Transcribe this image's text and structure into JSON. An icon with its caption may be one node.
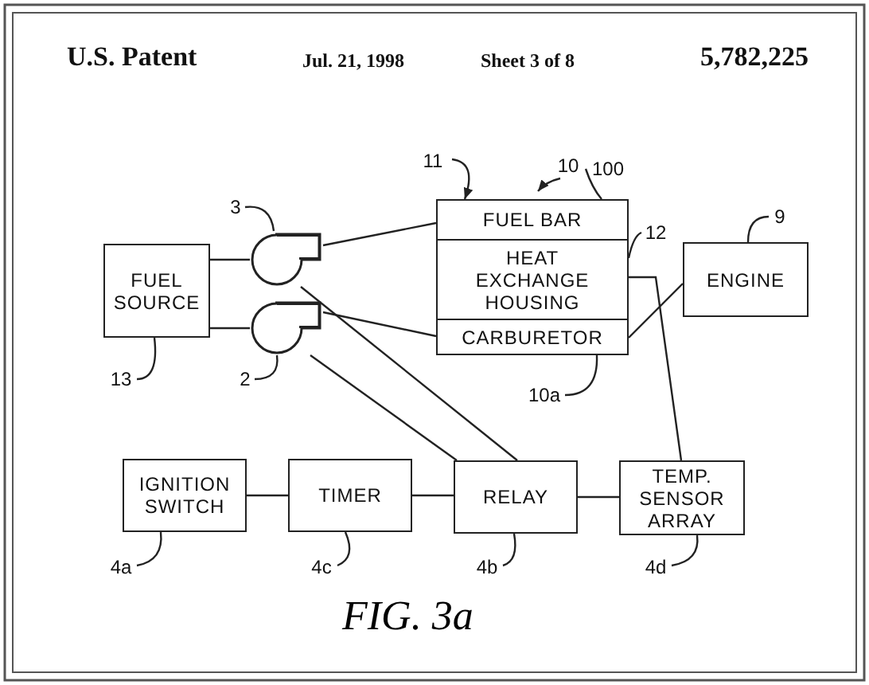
{
  "diagram": {
    "caption": "FIG. 3a",
    "nodes": [
      {
        "text": [
          "10"
        ]
      },
      {
        "text": [
          "11"
        ]
      },
      {
        "text": [
          "100"
        ]
      },
      {
        "text": [
          "3"
        ]
      },
      {
        "text": [
          "FUEL BAR"
        ]
      },
      {
        "text": [
          "HEAT EXCHANGE HOUSING"
        ]
      },
      {
        "text": [
          "12"
        ]
      },
      {
        "text": [
          "9"
        ]
      },
      {
        "text": [
          "FUEL SOURCE"
        ]
      },
      {
        "text": [],
        "shape": "circle"
      },
      {
        "text": [
          "ENGINE"
        ]
      },
      {
        "text": [],
        "shape": "circle"
      },
      {
        "text": [
          "CARBURETOR"
        ]
      },
      {
        "text": [
          "13"
        ]
      },
      {
        "text": [
          "2"
        ]
      },
      {
        "text": [
          "10a"
        ]
      },
      {
        "text": [
          "IGNITION SWITCH"
        ]
      },
      {
        "text": [
          "TIMER"
        ]
      },
      {
        "text": [
          "RELAY"
        ]
      },
      {
        "text": [
          "TEMP. SENSOR ARRAY"
        ]
      },
      {
        "text": [
          "4a"
        ]
      },
      {
        "text": [
          "4c"
        ]
      },
      {
        "text": [
          "4b"
        ]
      },
      {
        "text": [
          "4d"
        ]
      }
    ],
    "edges": [
      {
        "from": 0,
        "to": null,
        "arrow": "to"
      },
      {
        "from": 1,
        "to": 4,
        "arrow": "to"
      },
      {
        "from": 2,
        "to": 4,
        "arrow": "none"
      },
      {
        "from": 3,
        "to": 9,
        "arrow": "none"
      },
      {
        "from": 6,
        "to": 5,
        "arrow": "none"
      },
      {
        "from": 7,
        "to": 10,
        "arrow": "none"
      },
      {
        "from": 13,
        "to": 8,
        "arrow": "none"
      },
      {
        "from": 14,
        "to": 11,
        "arrow": "none"
      },
      {
        "from": 15,
        "to": 12,
        "arrow": "none"
      },
      {
        "from": 20,
        "to": 16,
        "arrow": "none"
      },
      {
        "from": 21,
        "to": 17,
        "arrow": "none"
      },
      {
        "from": 22,
        "to": 18,
        "arrow": "none"
      },
      {
        "from": 23,
        "to": 19,
        "arrow": "none"
      },
      {
        "from": 8,
        "to": 9,
        "arrow": "none"
      },
      {
        "from": 8,
        "to": 11,
        "arrow": "none"
      },
      {
        "from": 9,
        "to": 4,
        "arrow": "none"
      },
      {
        "from": 11,
        "to": 12,
        "arrow": "none"
      },
      {
        "from": 9,
        "to": 18,
        "arrow": "none"
      },
      {
        "from": 11,
        "to": 18,
        "arrow": "none"
      },
      {
        "from": 5,
        "to": 19,
        "arrow": "none"
      },
      {
        "from": 12,
        "to": 10,
        "arrow": "none"
      },
      {
        "from": 16,
        "to": 17,
        "arrow": "none"
      },
      {
        "from": 17,
        "to": 18,
        "arrow": "none"
      },
      {
        "from": 18,
        "to": 19,
        "arrow": "none"
      }
    ],
    "labels": [
      "U.S. Patent",
      "Jul. 21, 1998",
      "Sheet 3 of 8",
      "5,782,225"
    ]
  }
}
